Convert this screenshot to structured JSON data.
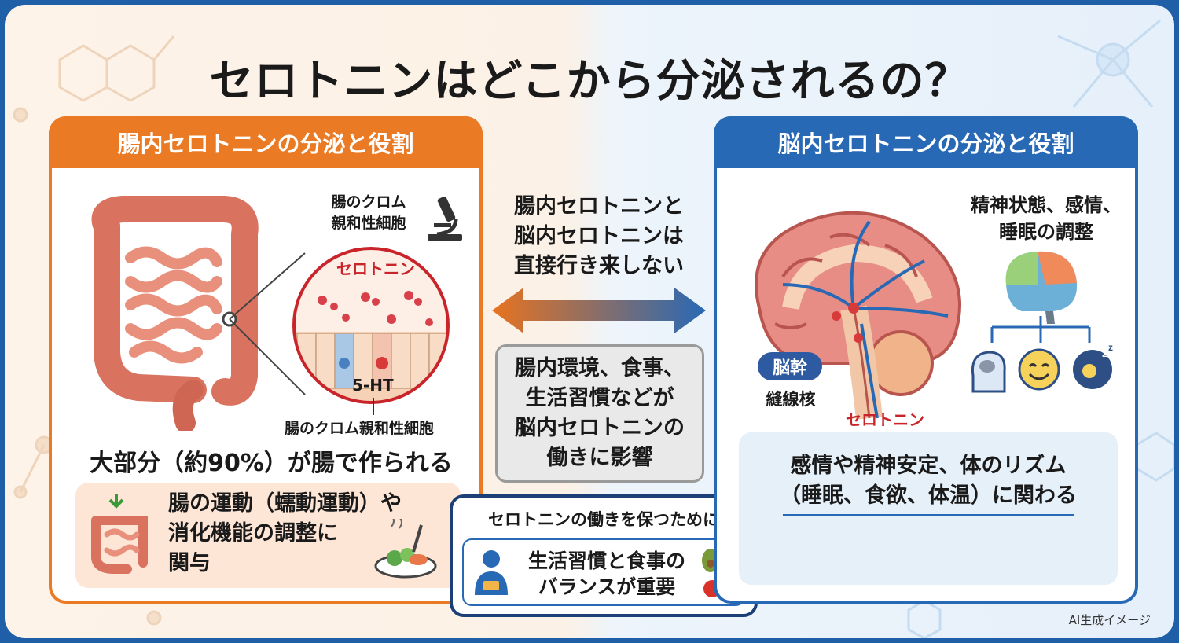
{
  "title": "セロトニンはどこから分泌されるの？",
  "left_panel": {
    "header": "腸内セロトニンの分泌と役割",
    "chromaffin_label_top": "腸のクロム\n親和性細胞",
    "chromaffin_label_top_line1": "腸のクロム",
    "chromaffin_label_top_line2": "親和性細胞",
    "serotonin_label": "セロトニン",
    "five_ht_label": "5-HT",
    "chromaffin_label_bottom": "腸のクロム親和性細胞",
    "main_statement": "大部分（約90%）が腸で作られる",
    "peristalsis_line1": "腸の運動（蠕動運動）や",
    "peristalsis_line2": "消化機能の調整に",
    "peristalsis_line3": "関与"
  },
  "center": {
    "no_crossing_line1": "腸内セロトニンと",
    "no_crossing_line2": "脳内セロトニンは",
    "no_crossing_line3": "直接行き来しない",
    "influence_line1": "腸内環境、食事、",
    "influence_line2": "生活習慣などが",
    "influence_line3": "脳内セロトニンの",
    "influence_line4": "働きに影響",
    "keep_header": "セロトニンの働きを保つために",
    "keep_line1": "生活習慣と食事の",
    "keep_line2": "バランスが重要"
  },
  "right_panel": {
    "header": "脳内セロトニンの分泌と役割",
    "regulation_line1": "精神状態、感情、",
    "regulation_line2": "睡眠の調整",
    "brainstem_label": "脳幹",
    "raphe_label": "縫線核",
    "serotonin_label": "セロトニン",
    "rhythm_line1": "感情や精神安定、体のリズム",
    "rhythm_line2": "（睡眠、食欲、体温）に関わる"
  },
  "footer_note": "AI生成イメージ",
  "icons": [
    "microscope-icon",
    "intestine-illustration",
    "magnified-cells",
    "double-arrow-icon",
    "person-icon",
    "vegetables-icon",
    "salad-icon",
    "brain-illustration",
    "color-brain-icon",
    "head-icon",
    "smile-icon",
    "sleep-icon"
  ],
  "colors": {
    "orange": "#ea7a23",
    "blue": "#2869b5",
    "red": "#c8242a",
    "frame": "#1f5fa8"
  }
}
